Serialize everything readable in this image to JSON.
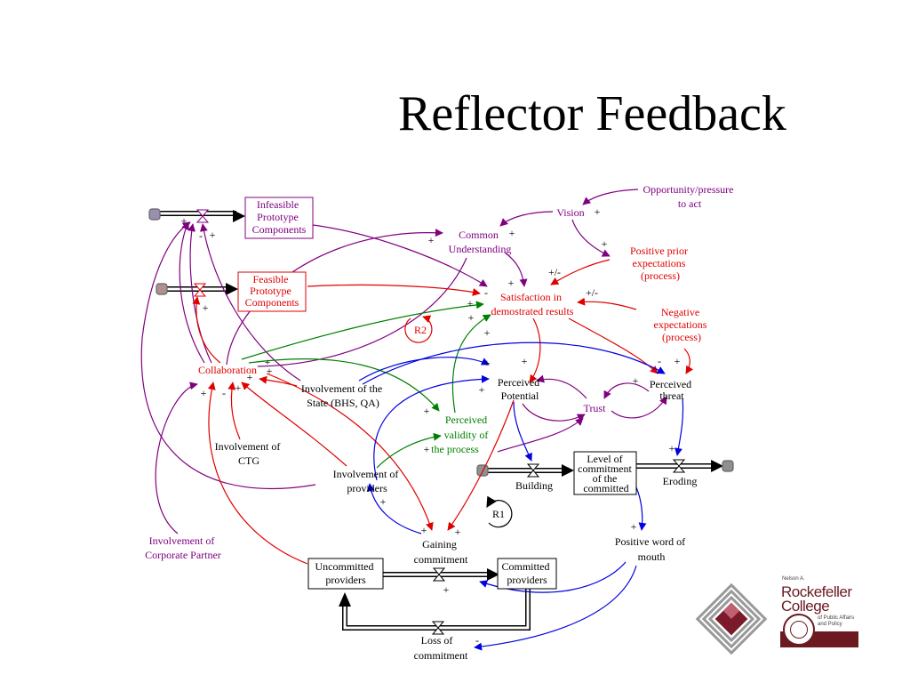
{
  "title": "Reflector Feedback",
  "colors": {
    "purple": "#800080",
    "red": "#e00000",
    "green": "#008000",
    "blue": "#0000e0",
    "black": "#000000",
    "maroon": "#6b1a22"
  },
  "nodes": {
    "infeasible": [
      "Infeasible",
      "Prototype",
      "Components"
    ],
    "feasible": [
      "Feasible",
      "Prototype",
      "Components"
    ],
    "common_understanding": [
      "Common",
      "Understanding"
    ],
    "vision": "Vision",
    "opportunity": [
      "Opportunity/pressure",
      "to act"
    ],
    "positive_prior": [
      "Positive prior",
      "expectations",
      "(process)"
    ],
    "satisfaction": [
      "Satisfaction in",
      "demostrated results"
    ],
    "negative_expectations": [
      "Negative",
      "expectations",
      "(process)"
    ],
    "collaboration": "Collaboration",
    "involvement_state": [
      "Involvement of the",
      "State (BHS, QA)"
    ],
    "perceived_potential": [
      "Perceived",
      "Potential"
    ],
    "perceived_threat": [
      "Perceived",
      "threat"
    ],
    "trust": "Trust",
    "perceived_validity": [
      "Perceived",
      "validity of",
      "the process"
    ],
    "involvement_ctg": [
      "Involvement of",
      "CTG"
    ],
    "involvement_providers": [
      "Involvement of",
      "providers"
    ],
    "level_commitment": [
      "Level of",
      "commitment",
      "of the",
      "committed"
    ],
    "building": "Building",
    "eroding": "Eroding",
    "involvement_corporate": [
      "Involvement of",
      "Corporate Partner"
    ],
    "gaining_commitment": [
      "Gaining",
      "commitment"
    ],
    "positive_word": [
      "Positive word of",
      "mouth"
    ],
    "uncommitted": [
      "Uncommitted",
      "providers"
    ],
    "committed": [
      "Committed",
      "providers"
    ],
    "loss_commitment": [
      "Loss of",
      "commitment"
    ]
  },
  "loops": {
    "r1": "R1",
    "r2": "R2"
  },
  "logo": {
    "line1": "Nelson A.",
    "line2": "Rockefeller",
    "line3": "College",
    "line4": "of Public Affairs",
    "line5": "and Policy"
  }
}
